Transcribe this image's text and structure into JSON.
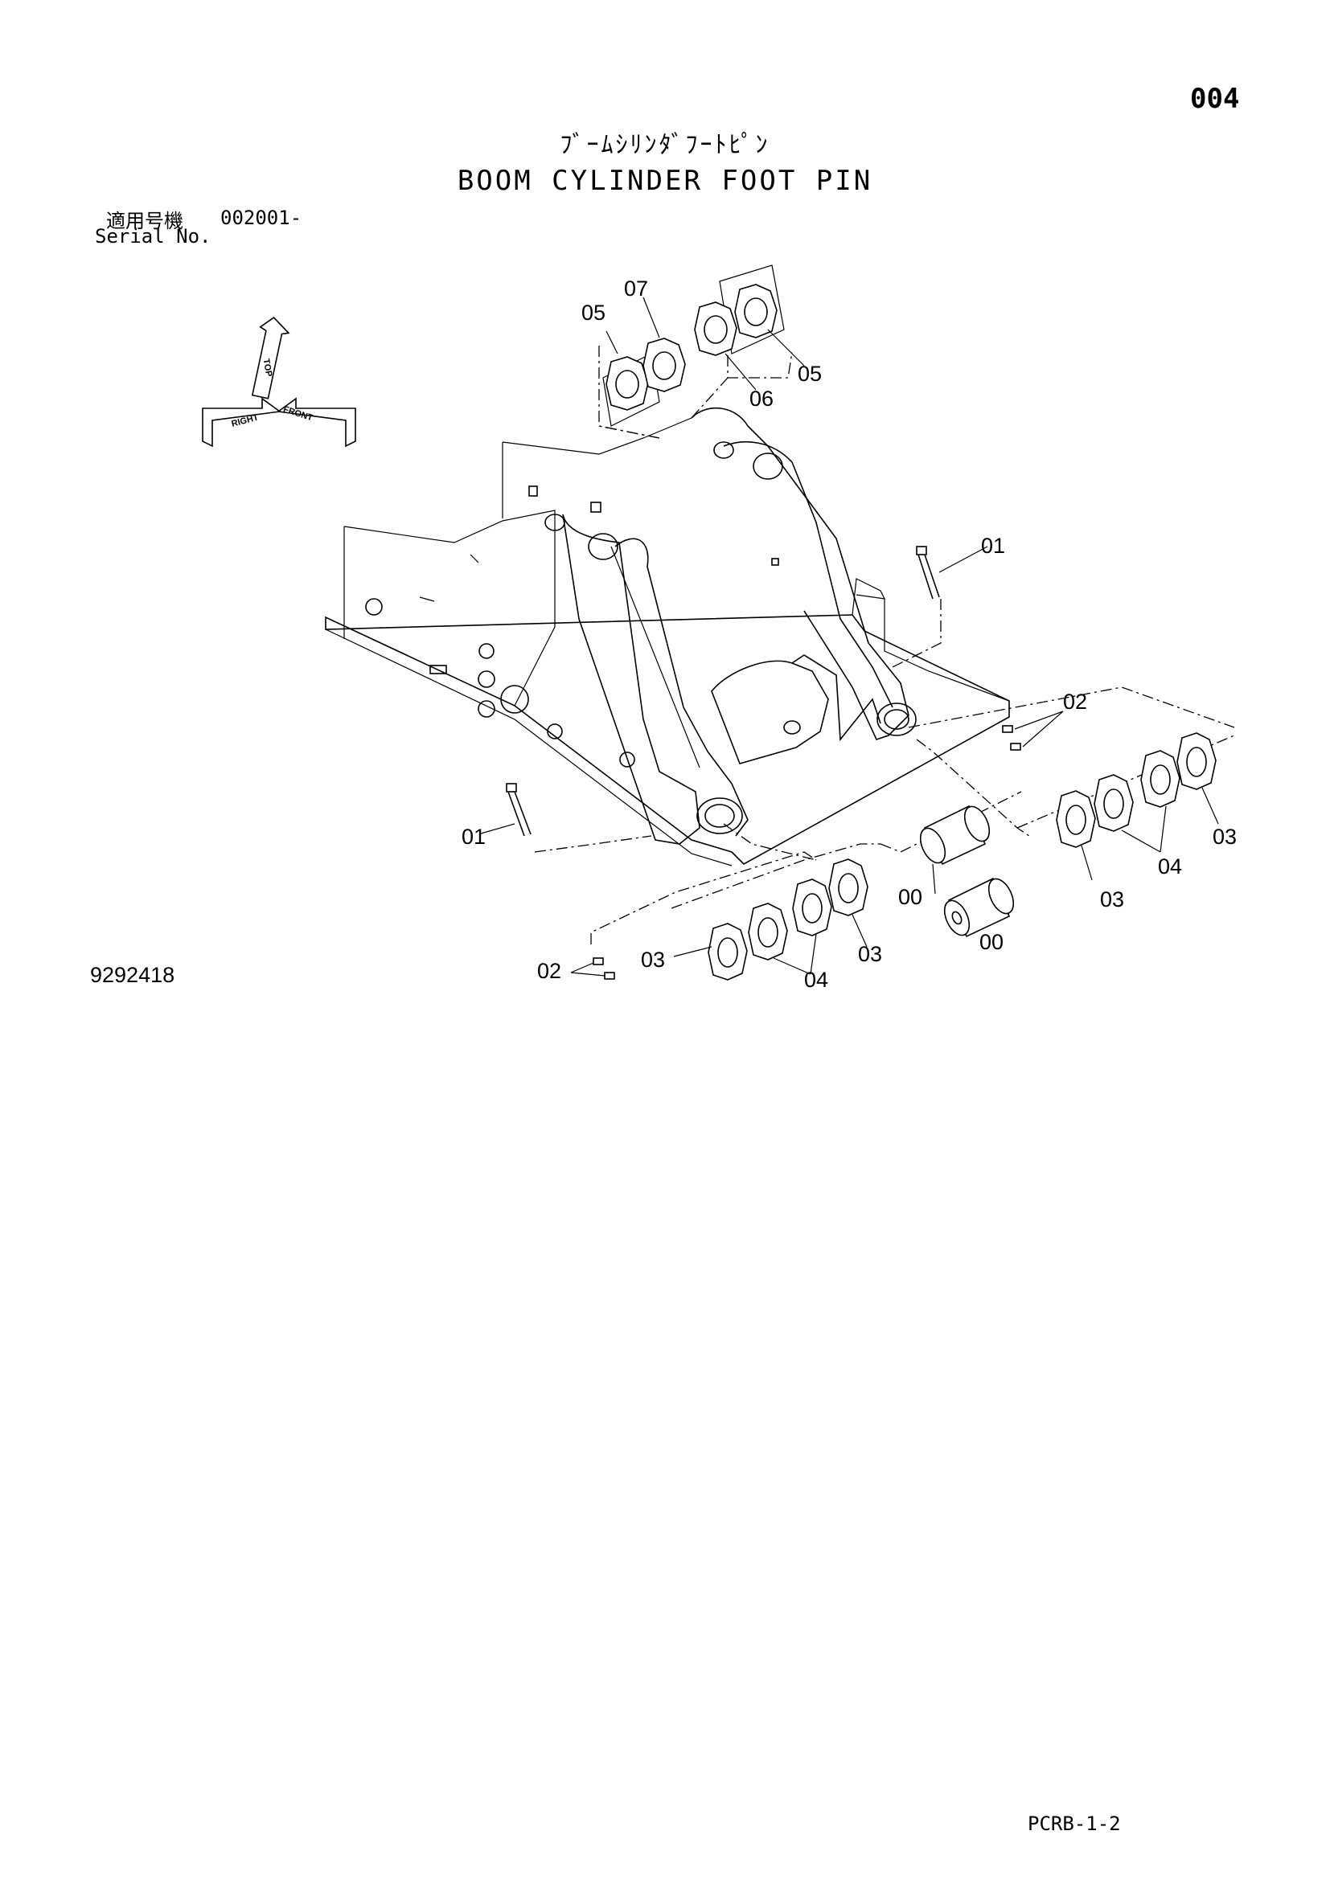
{
  "header": {
    "page_number": "004",
    "title_jp": "ﾌﾞｰﾑｼﾘﾝﾀﾞﾌｰﾄﾋﾟﾝ",
    "title_en": "BOOM CYLINDER FOOT PIN"
  },
  "serial": {
    "label_jp": "適用号機",
    "value": "002001-",
    "label_en": "Serial No."
  },
  "orientation_icon": {
    "top": "TOP",
    "right": "RIGHT",
    "front": "FRONT"
  },
  "callouts": {
    "c05_left": "05",
    "c07": "07",
    "c06": "06",
    "c05_right": "05",
    "c01_right": "01",
    "c02_right": "02",
    "c03_right_outer": "03",
    "c04_right": "04",
    "c03_right_inner": "03",
    "c00_upper": "00",
    "c00_lower": "00",
    "c01_left": "01",
    "c02_left": "02",
    "c03_left_outer": "03",
    "c04_left": "04",
    "c03_left_inner": "03"
  },
  "drawing_number": "9292418",
  "footer_code": "PCRB-1-2"
}
